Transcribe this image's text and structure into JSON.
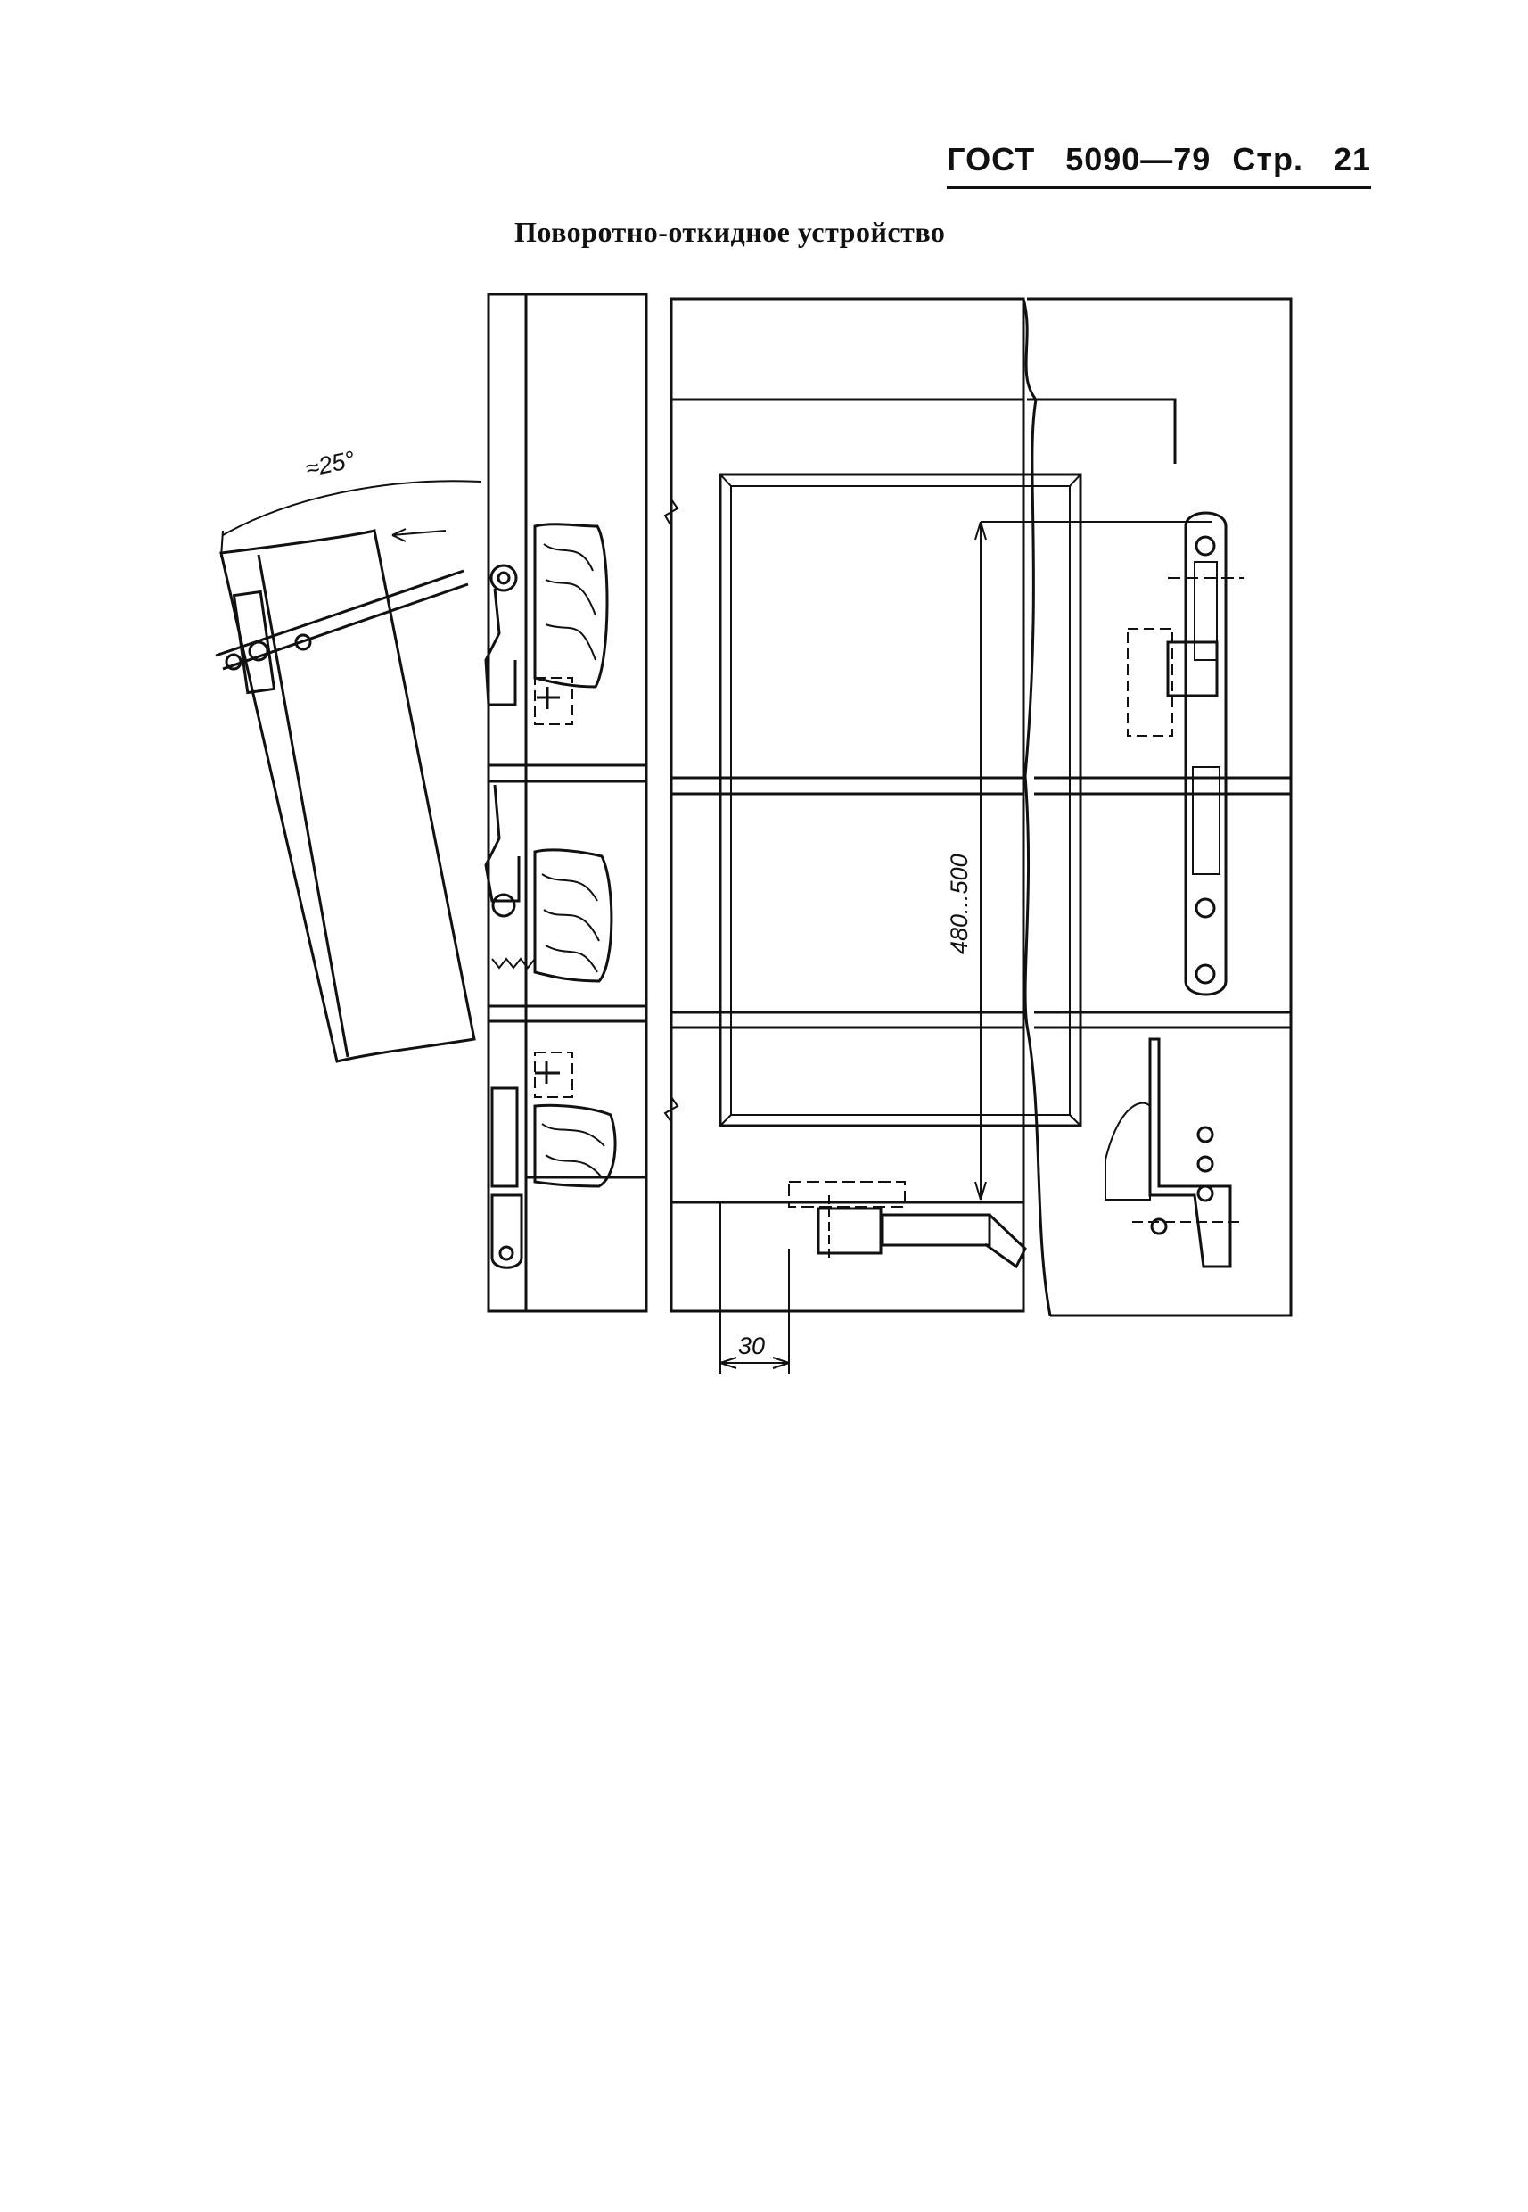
{
  "header": {
    "standard": "ГОСТ",
    "number": "5090—79",
    "page_label": "Стр.",
    "page_number": "21"
  },
  "title": "Поворотно-откидное устройство",
  "drawing": {
    "angle_label": "≈25°",
    "height_dim_label": "480...500",
    "width_dim_label": "30"
  }
}
